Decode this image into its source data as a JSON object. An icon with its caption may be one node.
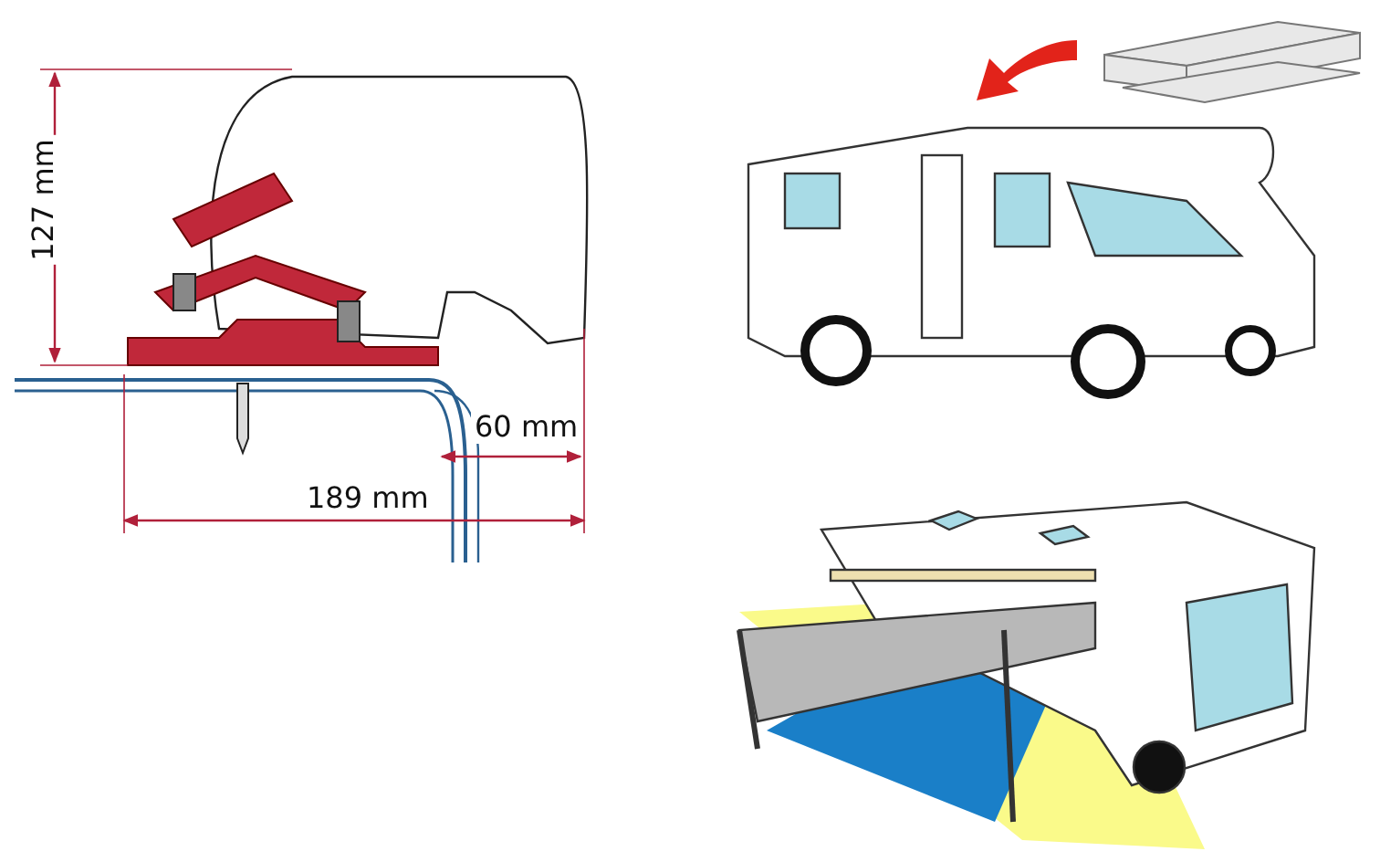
{
  "diagram": {
    "labels": [
      "127 mm",
      "60 mm",
      "189 mm"
    ]
  }
}
